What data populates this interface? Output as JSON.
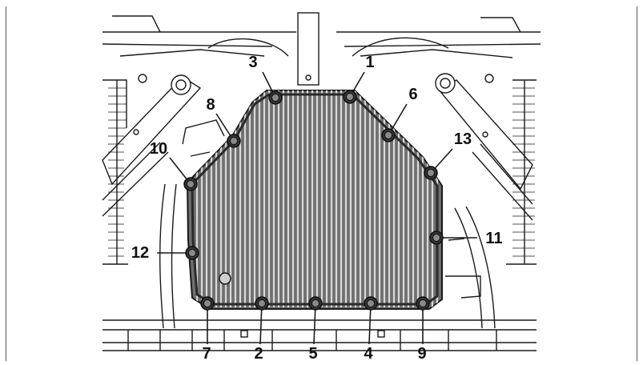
{
  "figure": {
    "colors": {
      "line": "#1a1a1a",
      "pan_fill": "#6f6f6f",
      "pan_dark": "#4a4a4a",
      "fin_light": "#d9d9d9",
      "bolt": "#333333",
      "paper": "#ffffff"
    }
  },
  "callouts": [
    {
      "id": "1",
      "label": "1"
    },
    {
      "id": "3",
      "label": "3"
    },
    {
      "id": "6",
      "label": "6"
    },
    {
      "id": "8",
      "label": "8"
    },
    {
      "id": "10",
      "label": "10"
    },
    {
      "id": "13",
      "label": "13"
    },
    {
      "id": "11",
      "label": "11"
    },
    {
      "id": "12",
      "label": "12"
    },
    {
      "id": "7",
      "label": "7"
    },
    {
      "id": "2",
      "label": "2"
    },
    {
      "id": "5",
      "label": "5"
    },
    {
      "id": "4",
      "label": "4"
    },
    {
      "id": "9",
      "label": "9"
    }
  ]
}
